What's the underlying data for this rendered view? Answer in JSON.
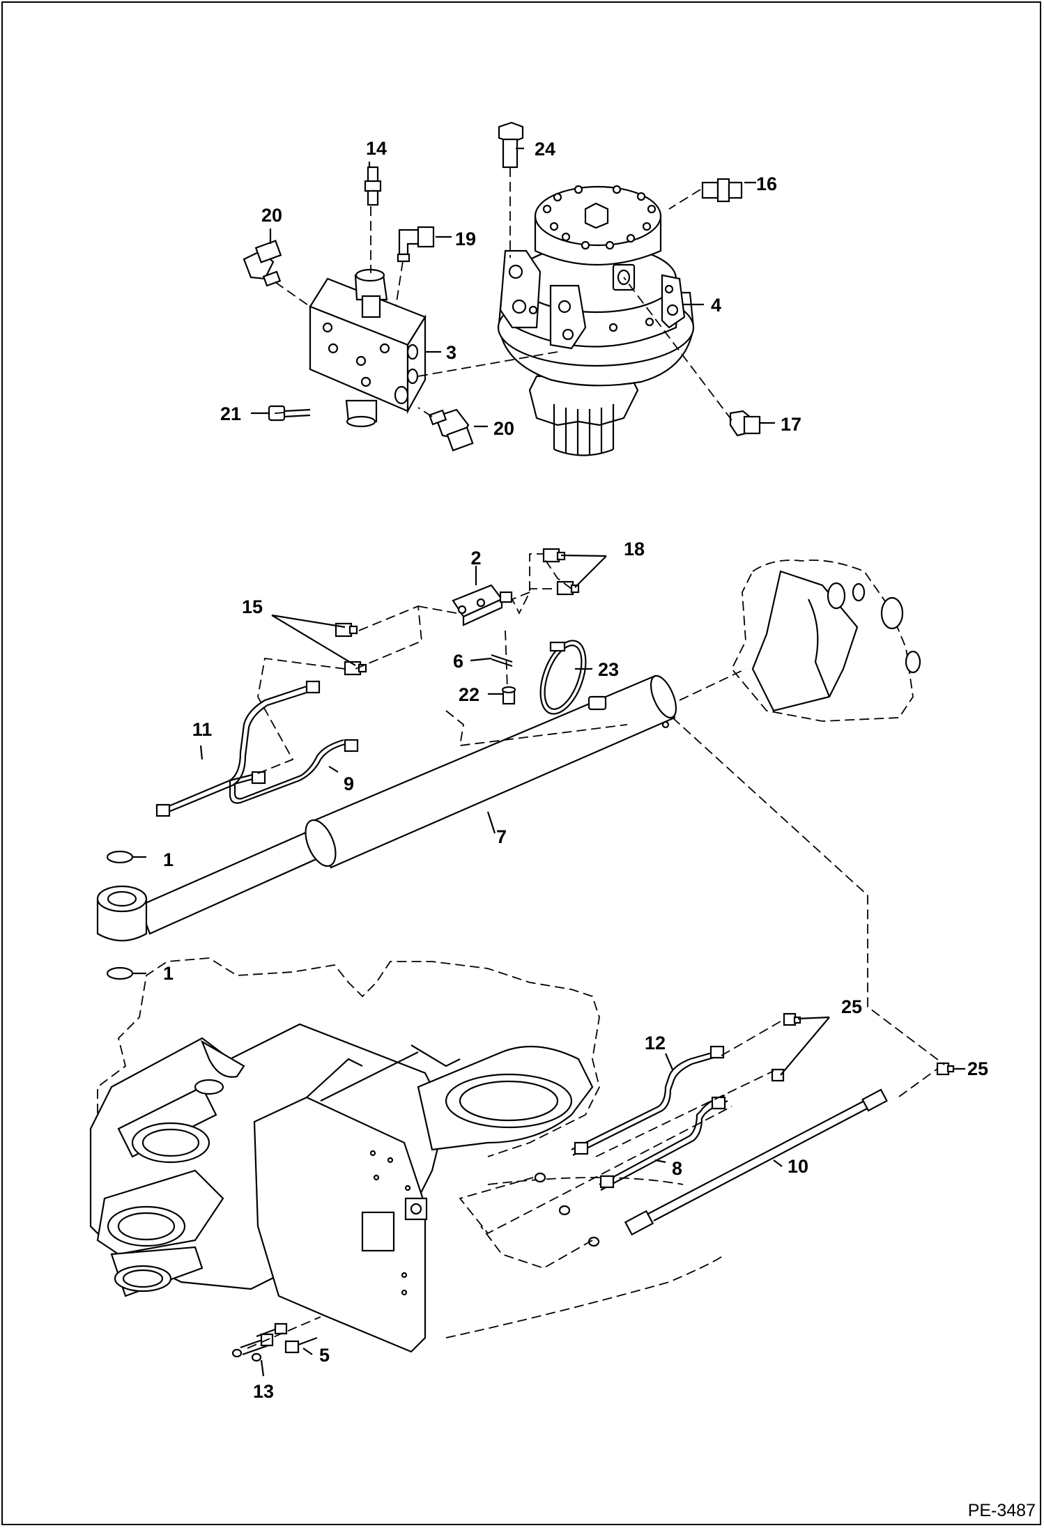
{
  "document": {
    "reference_code": "PE-3487"
  },
  "callouts": {
    "c1a": "1",
    "c1b": "1",
    "c2": "2",
    "c3": "3",
    "c4": "4",
    "c5": "5",
    "c6": "6",
    "c7": "7",
    "c8": "8",
    "c9": "9",
    "c10": "10",
    "c11": "11",
    "c12": "12",
    "c13": "13",
    "c14": "14",
    "c15": "15",
    "c16": "16",
    "c17": "17",
    "c18": "18",
    "c19": "19",
    "c20a": "20",
    "c20b": "20",
    "c21": "21",
    "c22": "22",
    "c23": "23",
    "c24": "24",
    "c25a": "25",
    "c25b": "25"
  }
}
